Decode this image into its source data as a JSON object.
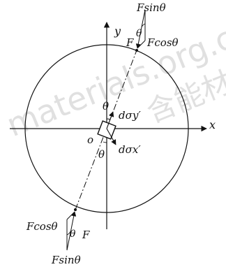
{
  "watermark": {
    "text": "materials.org.cn",
    "text_cjk": "含能材料"
  },
  "axes": {
    "x_label": "x",
    "y_label": "y",
    "origin_label": "o"
  },
  "angles": {
    "theta": "θ"
  },
  "element": {
    "stress_y": "dσy′",
    "stress_x": "dσx′"
  },
  "force_top": {
    "F": "F",
    "sin": "Fsinθ",
    "cos": "Fcosθ",
    "theta": "θ"
  },
  "force_bottom": {
    "F": "F",
    "sin": "Fsinθ",
    "cos": "Fcosθ",
    "theta": "θ"
  }
}
